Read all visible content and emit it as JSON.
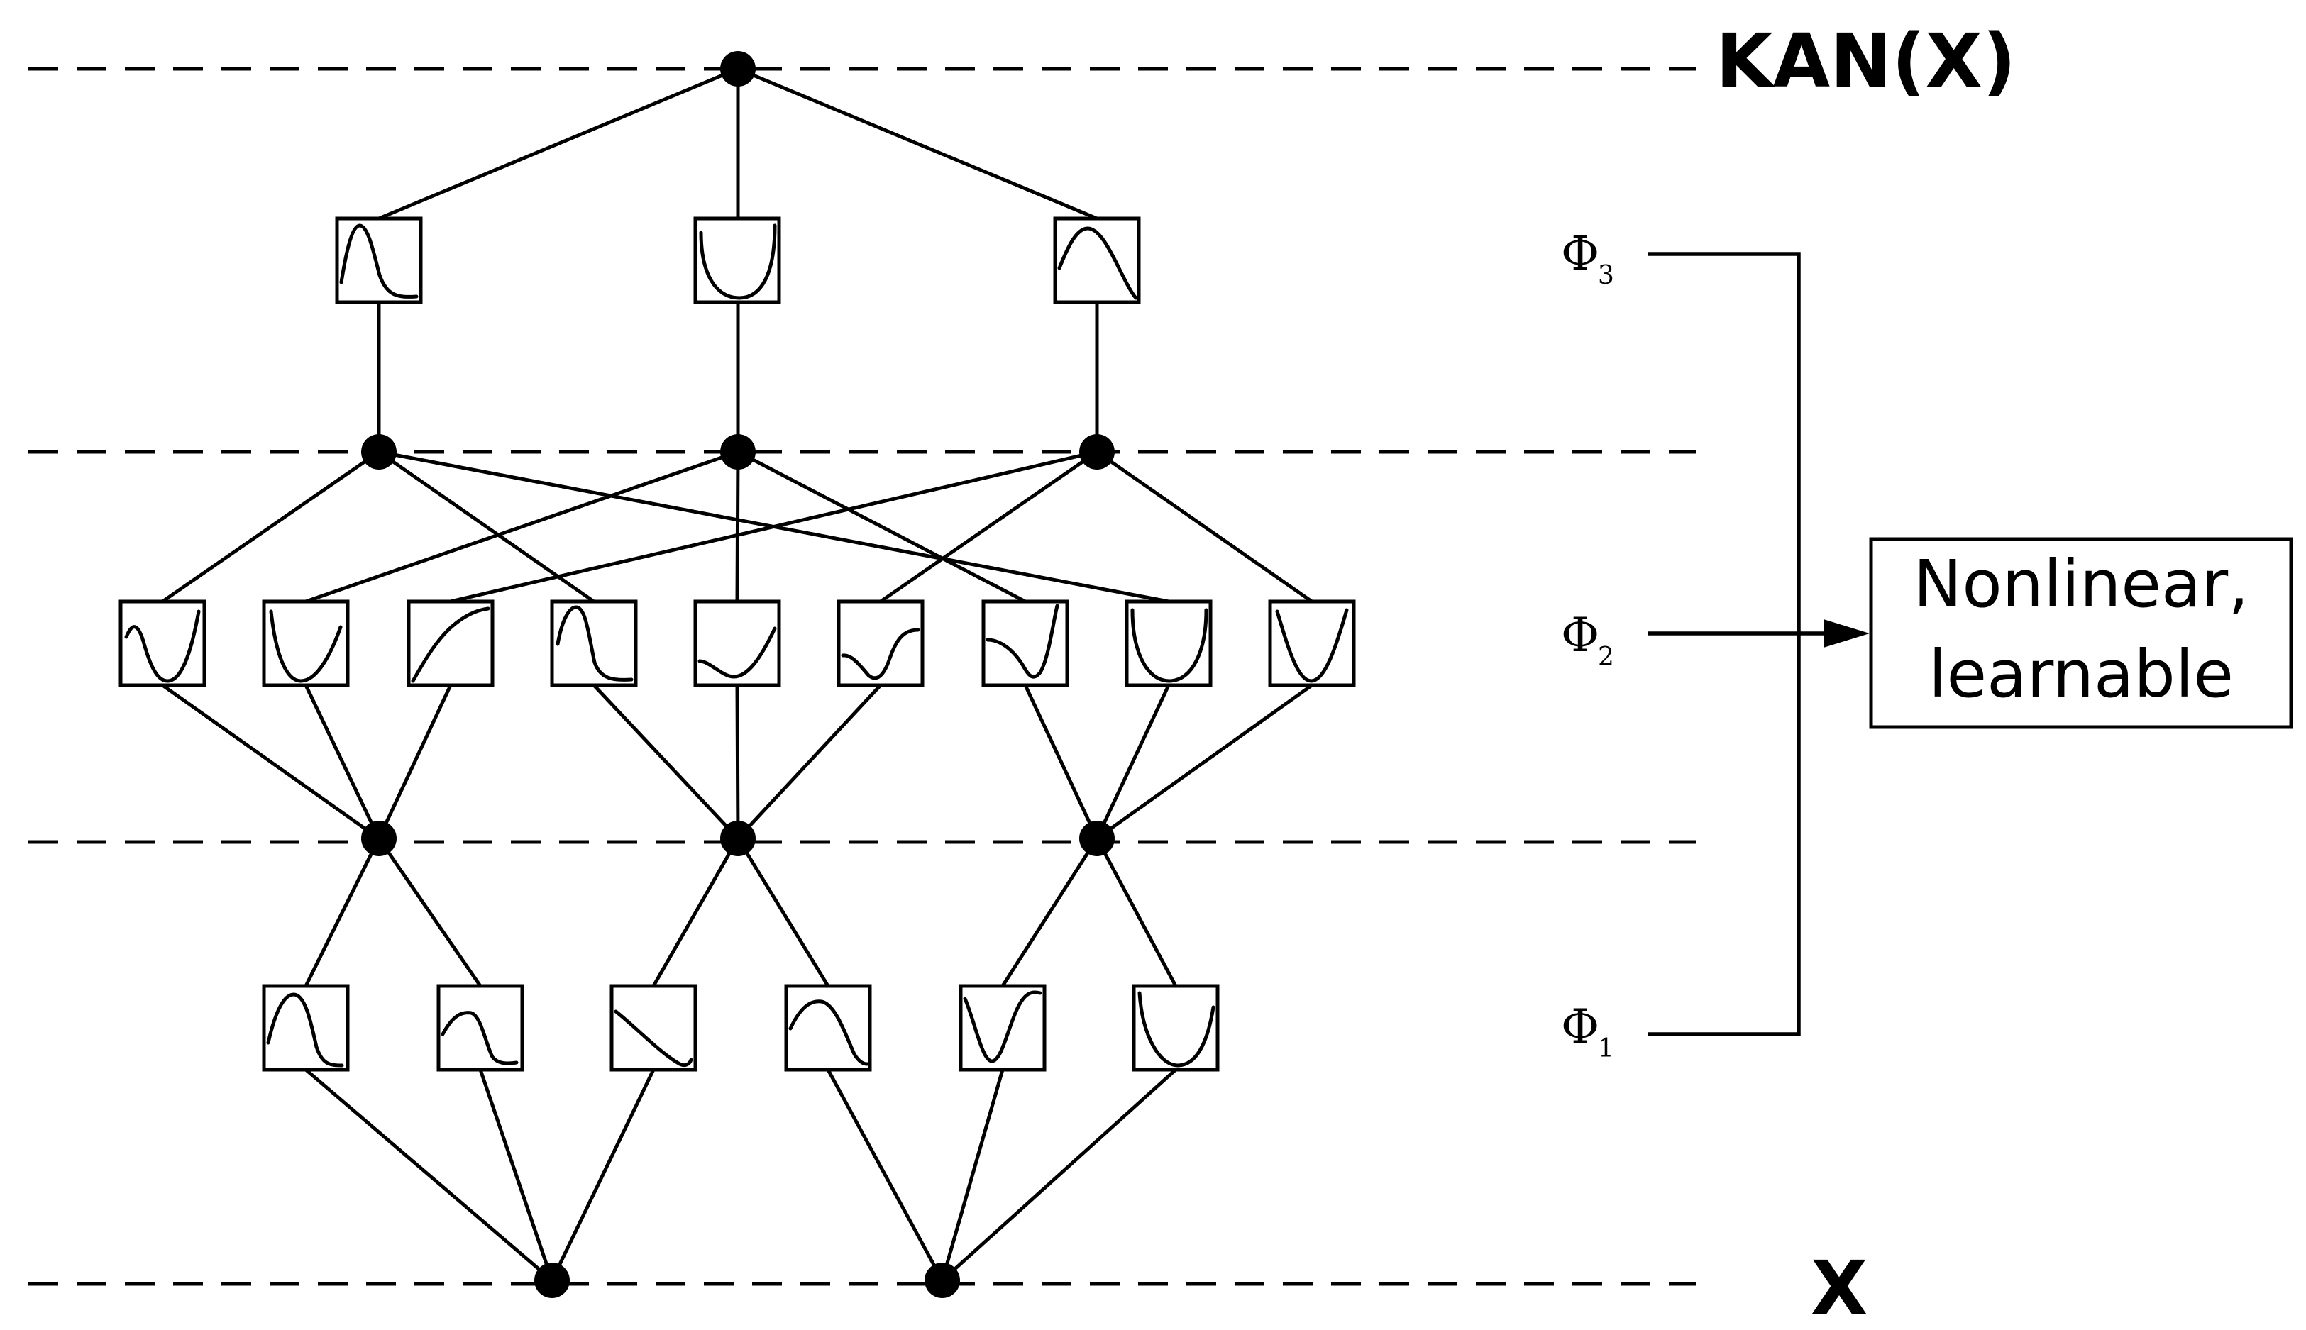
{
  "labels": {
    "output": "KAN(X)",
    "input": "X",
    "layers": [
      {
        "symbol": "Φ",
        "subscript": "3"
      },
      {
        "symbol": "Φ",
        "subscript": "2"
      },
      {
        "symbol": "Φ",
        "subscript": "1"
      }
    ],
    "annotation": [
      "Nonlinear,",
      "learnable"
    ]
  },
  "colors": {
    "stroke": "#000000",
    "background": "#ffffff"
  },
  "network": {
    "layer_sizes": [
      2,
      3,
      3,
      1
    ],
    "activation_count": [
      6,
      9,
      3
    ]
  }
}
